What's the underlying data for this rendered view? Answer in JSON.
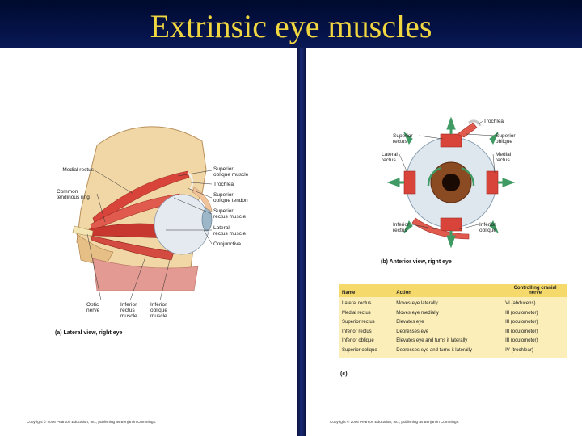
{
  "slide": {
    "title": "Extrinsic eye muscles"
  },
  "lateral_view": {
    "labels": {
      "medial_rectus": "Medial rectus",
      "common_ring": "Common\ntendinous ring",
      "superior_oblique_muscle": "Superior\noblique muscle",
      "trochlea": "Trochlea",
      "superior_oblique_tendon": "Superior\noblique tendon",
      "superior_rectus": "Superior\nrectus muscle",
      "lateral_rectus": "Lateral\nrectus muscle",
      "conjunctiva": "Conjunctiva",
      "optic_nerve": "Optic\nnerve",
      "inferior_rectus": "Inferior\nrectus\nmuscle",
      "inferior_oblique": "Inferior\noblique\nmuscle"
    },
    "caption": "(a) Lateral view, right eye",
    "copyright": "Copyright © 2006 Pearson Education, Inc., publishing as Benjamin Cummings."
  },
  "anterior_view": {
    "labels": {
      "trochlea": "Trochlea",
      "superior_rectus": "Superior\nrectus",
      "superior_oblique": "Superior\noblique",
      "lateral_rectus": "Lateral\nrectus",
      "medial_rectus": "Medial\nrectus",
      "inferior_rectus": "Inferior\nrectus",
      "inferior_oblique": "Inferior\noblique"
    },
    "caption": "(b) Anterior view, right eye"
  },
  "table": {
    "headers": {
      "name": "Name",
      "action": "Action",
      "nerve": "Controlling cranial\nnerve"
    },
    "rows": [
      {
        "name": "Lateral rectus",
        "action": "Moves eye laterally",
        "nerve": "VI (abducens)"
      },
      {
        "name": "Medial rectus",
        "action": "Moves eye medially",
        "nerve": "III (oculomotor)"
      },
      {
        "name": "Superior rectus",
        "action": "Elevates eye",
        "nerve": "III (oculomotor)"
      },
      {
        "name": "Inferior rectus",
        "action": "Depresses eye",
        "nerve": "III (oculomotor)"
      },
      {
        "name": "Inferior oblique",
        "action": "Elevates eye and turns it laterally",
        "nerve": "III (oculomotor)"
      },
      {
        "name": "Superior oblique",
        "action": "Depresses eye and turns it laterally",
        "nerve": "IV (trochlear)"
      }
    ],
    "caption": "(c)",
    "copyright": "Copyright © 2006 Pearson Education, Inc., publishing as Benjamin Cummings."
  },
  "colors": {
    "title": "#f0d640",
    "header_bg": "#05134a",
    "muscle": "#d8443a",
    "table_head": "#f5d96b",
    "table_body": "#fbeeb8"
  }
}
